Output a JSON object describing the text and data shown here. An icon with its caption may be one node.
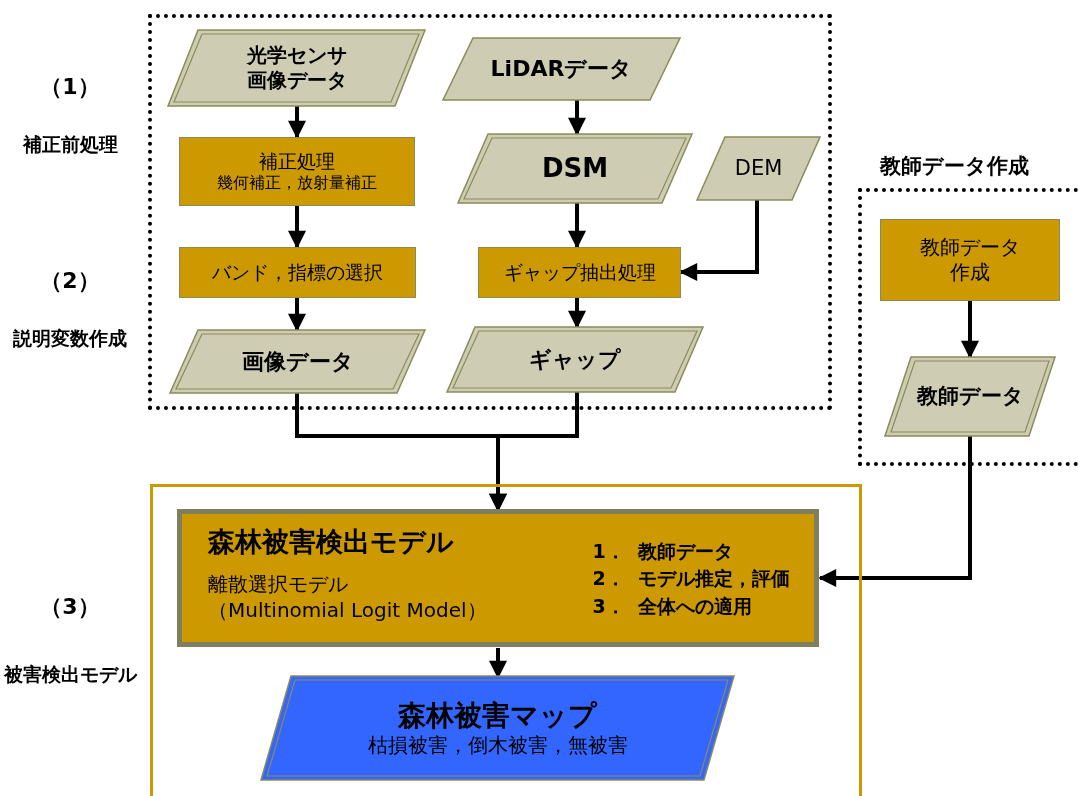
{
  "diagram": {
    "nodes": [
      {
        "text": [],
        "shape": "box"
      },
      {
        "text": [
          "光学センサ画像データ"
        ],
        "in": 0
      },
      {
        "text": [
          "LiDARデータ"
        ],
        "in": 0
      },
      {
        "text": [
          "補正処理",
          "幾何補正，放射量補正"
        ],
        "in": 0
      },
      {
        "text": [
          "DSM"
        ],
        "in": 0
      },
      {
        "text": [
          "DEM"
        ],
        "in": 0
      },
      {
        "text": [
          "バンド，指標の選択"
        ],
        "in": 0
      },
      {
        "text": [
          "ギャップ抽出処理"
        ],
        "in": 0
      },
      {
        "text": [
          "画像データ"
        ],
        "in": 0
      },
      {
        "text": [
          "ギャップ"
        ],
        "in": 0
      },
      {
        "text": [
          "教師データ作成"
        ]
      },
      {
        "text": [
          "教師データ作成"
        ],
        "in": 10
      },
      {
        "text": [
          "教師データ"
        ],
        "in": 10
      },
      {
        "text": [],
        "shape": "box"
      },
      {
        "text": [
          "森林被害検出モデル",
          "離散選択モデル",
          "（Multinomial Logit Model）",
          "1．  教師データ",
          "2．  モデル推定，評価",
          "3．  全体への適用"
        ],
        "in": 13
      },
      {
        "text": [
          "森林被害マップ",
          "枯損被害，倒木被害，無被害"
        ],
        "in": 13
      }
    ],
    "edges": [
      {
        "from": 1,
        "to": 3,
        "arrow": "to"
      },
      {
        "from": 3,
        "to": 6,
        "arrow": "to"
      },
      {
        "from": 6,
        "to": 8,
        "arrow": "to"
      },
      {
        "from": 2,
        "to": 4,
        "arrow": "to"
      },
      {
        "from": 4,
        "to": 7,
        "arrow": "to"
      },
      {
        "from": 5,
        "to": 7,
        "arrow": "to"
      },
      {
        "from": 7,
        "to": 9,
        "arrow": "to"
      },
      {
        "from": 8,
        "to": 14,
        "arrow": "to"
      },
      {
        "from": 9,
        "to": 14,
        "arrow": "to"
      },
      {
        "from": 11,
        "to": 12,
        "arrow": "to"
      },
      {
        "from": 12,
        "to": 14,
        "arrow": "to"
      },
      {
        "from": 14,
        "to": 15,
        "arrow": "to"
      }
    ],
    "labels": [
      "（1）",
      "補正前処理",
      "（2）",
      "説明変数作成",
      "（3）",
      "被害検出モデル"
    ]
  }
}
